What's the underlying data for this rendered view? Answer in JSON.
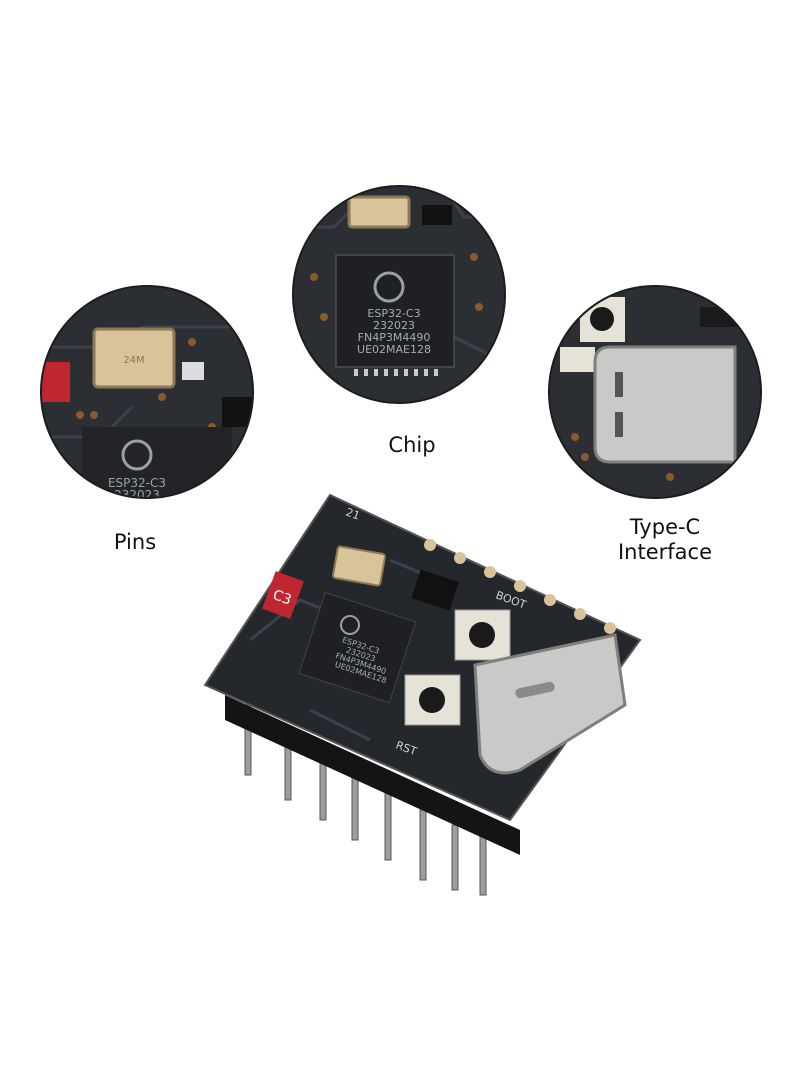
{
  "captions": {
    "pins": "Pins",
    "chip": "Chip",
    "typec_line1": "Type-C",
    "typec_line2": "Interface"
  },
  "chip_markings": {
    "line1": "ESP32-C3",
    "line2": "232023",
    "line3": "FN4P3M4490",
    "line4": "UE02MAE128"
  },
  "pins_zoom_chip": {
    "line1": "ESP32-C3",
    "line2": "232023"
  },
  "board_labels": {
    "c3": "C3",
    "boot": "BOOT",
    "rst": "RST",
    "pin_21": "21"
  },
  "colors": {
    "pcb": "#24272b",
    "gold": "#d8c39a",
    "red_led": "#c0262f",
    "usb_metal": "#c9c9c7"
  }
}
